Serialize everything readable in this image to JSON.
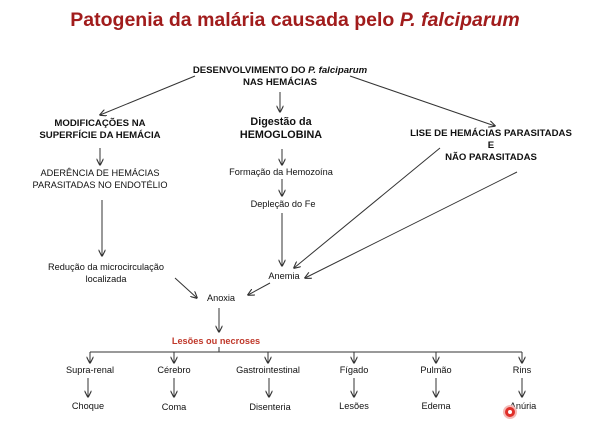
{
  "title": {
    "main": "Patogenia da malária causada pelo",
    "species": "P. falciparum"
  },
  "nodes": {
    "development": {
      "line1_a": "DESENVOLVIMENTO DO",
      "line1_b": "P. falciparum",
      "line2": "NAS HEMÁCIAS"
    },
    "modifications": {
      "line1": "MODIFICAÇÕES NA",
      "line2": "SUPERFÍCIE DA HEMÁCIA"
    },
    "adherence": {
      "line1": "ADERÊNCIA DE HEMÁCIAS",
      "line2": "PARASITADAS NO ENDOTÉLIO"
    },
    "microcirculation": {
      "line1": "Redução da microcirculação",
      "line2": "localizada"
    },
    "digestion": {
      "line1": "Digestão da",
      "line2": "HEMOGLOBINA"
    },
    "hemozoin": "Formação da Hemozoína",
    "iron": "Depleção do Fe",
    "anemia": "Anemia",
    "lysis": {
      "line1": "LISE DE HEMÁCIAS PARASITADAS",
      "line2": "E",
      "line3": "NÃO PARASITADAS"
    },
    "anoxia": "Anoxia",
    "lesions": "Lesões ou necroses"
  },
  "organs": [
    {
      "organ": "Supra-renal",
      "outcome": "Choque"
    },
    {
      "organ": "Cérebro",
      "outcome": "Coma"
    },
    {
      "organ": "Gastrointestinal",
      "outcome": "Disenteria"
    },
    {
      "organ": "Fígado",
      "outcome": "Lesões"
    },
    {
      "organ": "Pulmão",
      "outcome": "Edema"
    },
    {
      "organ": "Rins",
      "outcome": "Anúria"
    }
  ],
  "colors": {
    "title": "#a11c1c",
    "lesions": "#c0392b",
    "lines": "#333333",
    "pointer": "#e0302a"
  }
}
